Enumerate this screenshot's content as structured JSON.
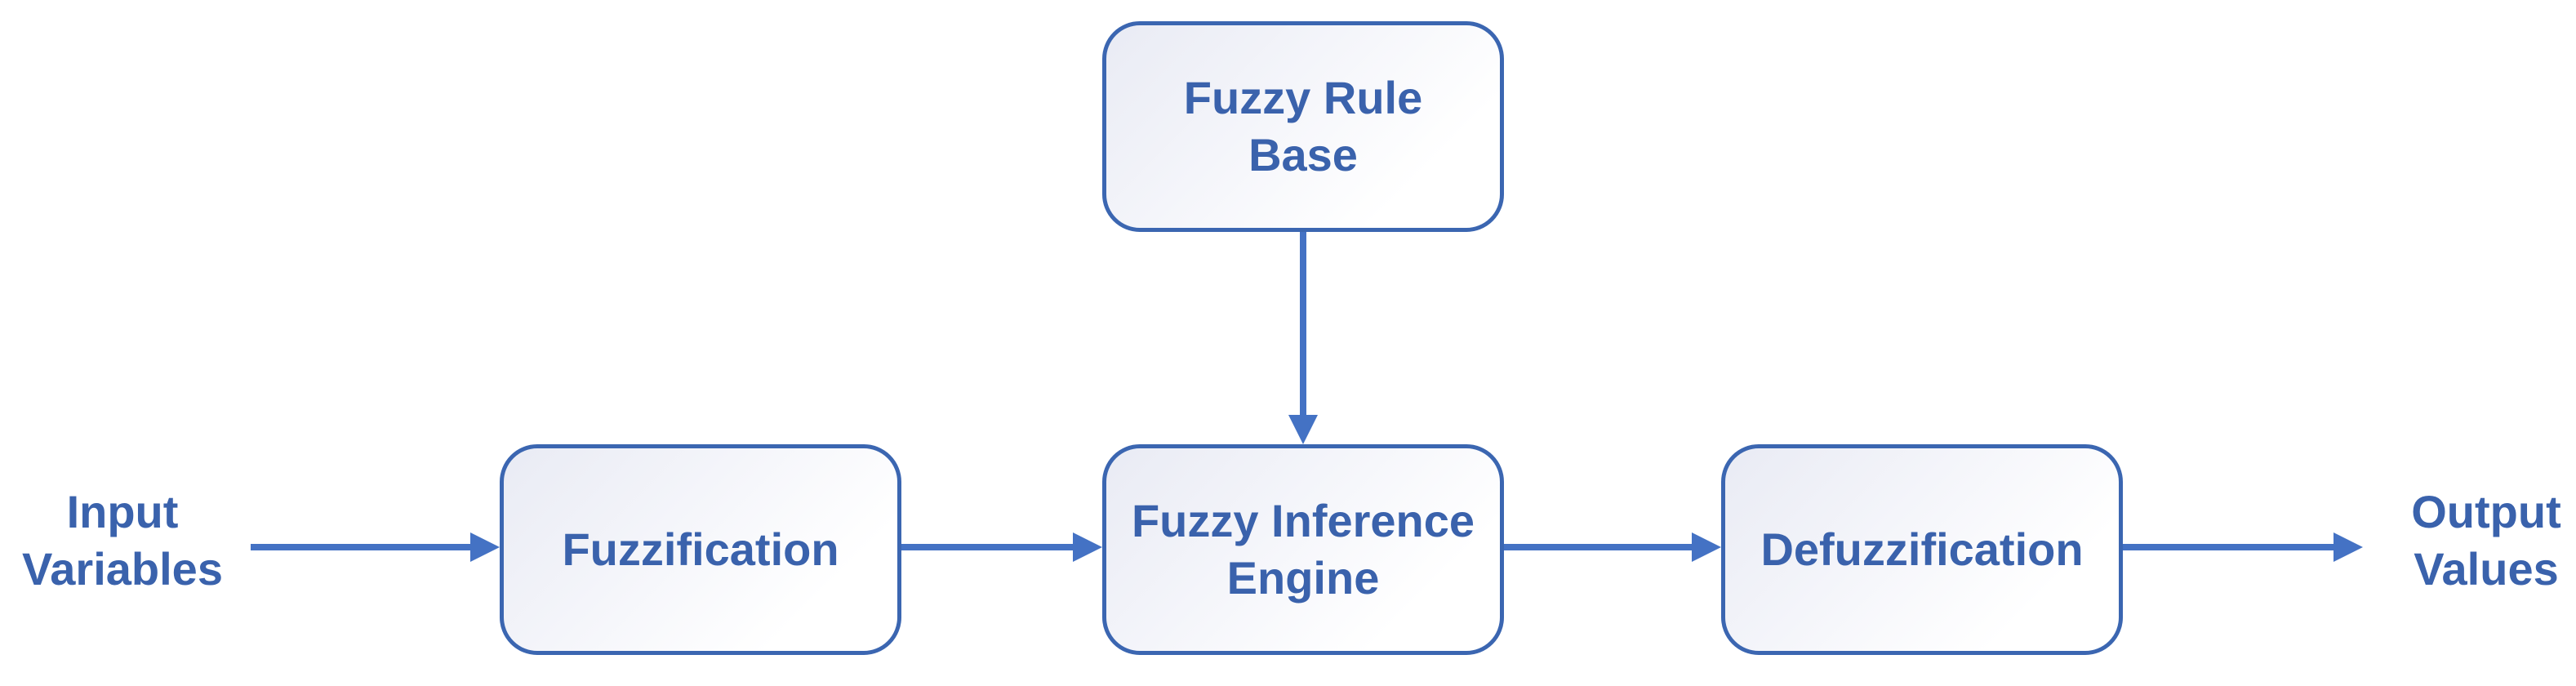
{
  "diagram": {
    "type": "flowchart",
    "nodes": [
      {
        "id": "fuzzy-rule-base",
        "label": "Fuzzy Rule Base"
      },
      {
        "id": "fuzzification",
        "label": "Fuzzification"
      },
      {
        "id": "fuzzy-inference-engine",
        "label": "Fuzzy Inference Engine"
      },
      {
        "id": "defuzzification",
        "label": "Defuzzification"
      }
    ],
    "side_labels": {
      "input": "Input\nVariables",
      "output": "Output\nValues"
    },
    "edges": [
      {
        "from": "input-variables",
        "to": "fuzzification",
        "direction": "right"
      },
      {
        "from": "fuzzification",
        "to": "fuzzy-inference-engine",
        "direction": "right"
      },
      {
        "from": "fuzzy-rule-base",
        "to": "fuzzy-inference-engine",
        "direction": "down"
      },
      {
        "from": "fuzzy-inference-engine",
        "to": "defuzzification",
        "direction": "right"
      },
      {
        "from": "defuzzification",
        "to": "output-values",
        "direction": "right"
      }
    ]
  },
  "colors": {
    "border": "#3b66b1",
    "arrow": "#4472c4",
    "text": "#3a62ac",
    "fill_start": "#e9ebf4",
    "fill_end": "#ffffff",
    "background": "#ffffff"
  }
}
